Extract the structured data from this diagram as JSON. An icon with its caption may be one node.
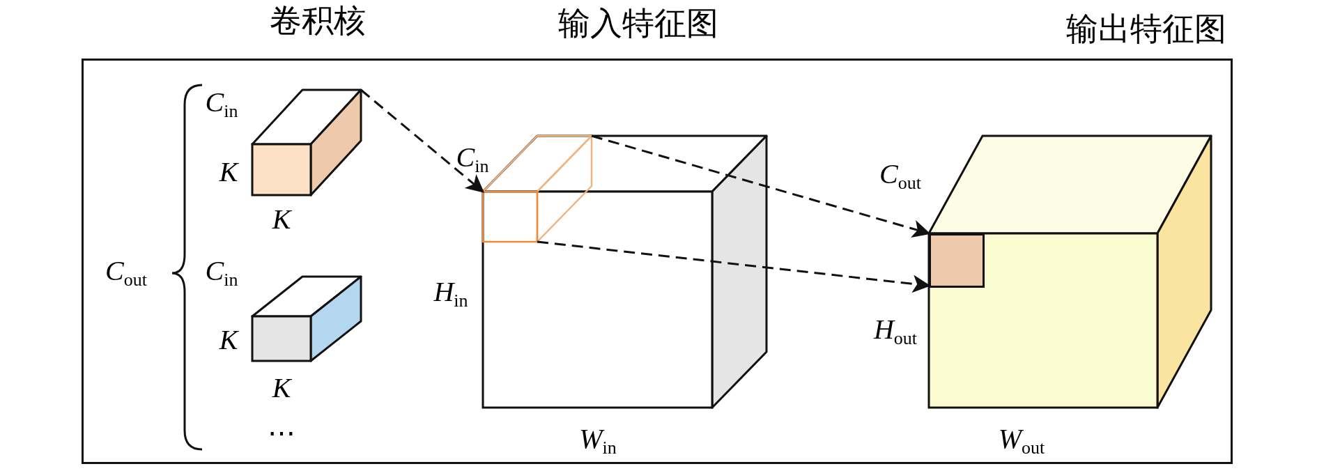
{
  "diagram": {
    "nodes": [
      {
        "text": [],
        "shape": "box"
      },
      {
        "text": [],
        "shape": "box"
      },
      {
        "text": [],
        "shape": "box"
      },
      {
        "text": [],
        "shape": "box",
        "in": 2
      },
      {
        "text": [],
        "shape": "box"
      },
      {
        "text": [],
        "shape": "box",
        "in": 4
      }
    ],
    "edges": [
      {
        "from": 0,
        "to": 3,
        "arrow": "to",
        "style": "dashed"
      },
      {
        "from": 3,
        "to": 5,
        "arrow": "to",
        "style": "dashed"
      },
      {
        "from": 3,
        "to": 5,
        "arrow": "to",
        "style": "dashed"
      }
    ],
    "labels": [
      "卷积核",
      "输入特征图",
      "输出特征图",
      "*C*$_{in}$",
      "*K*",
      "*K*",
      "*C*$_{out}$",
      "*C*$_{in}$",
      "*K*",
      "*K*",
      "⋯",
      "*C*$_{in}$",
      "*H*$_{in}$",
      "*W*$_{in}$",
      "*C*$_{out}$",
      "*H*$_{out}$",
      "*W*$_{out}$"
    ]
  }
}
